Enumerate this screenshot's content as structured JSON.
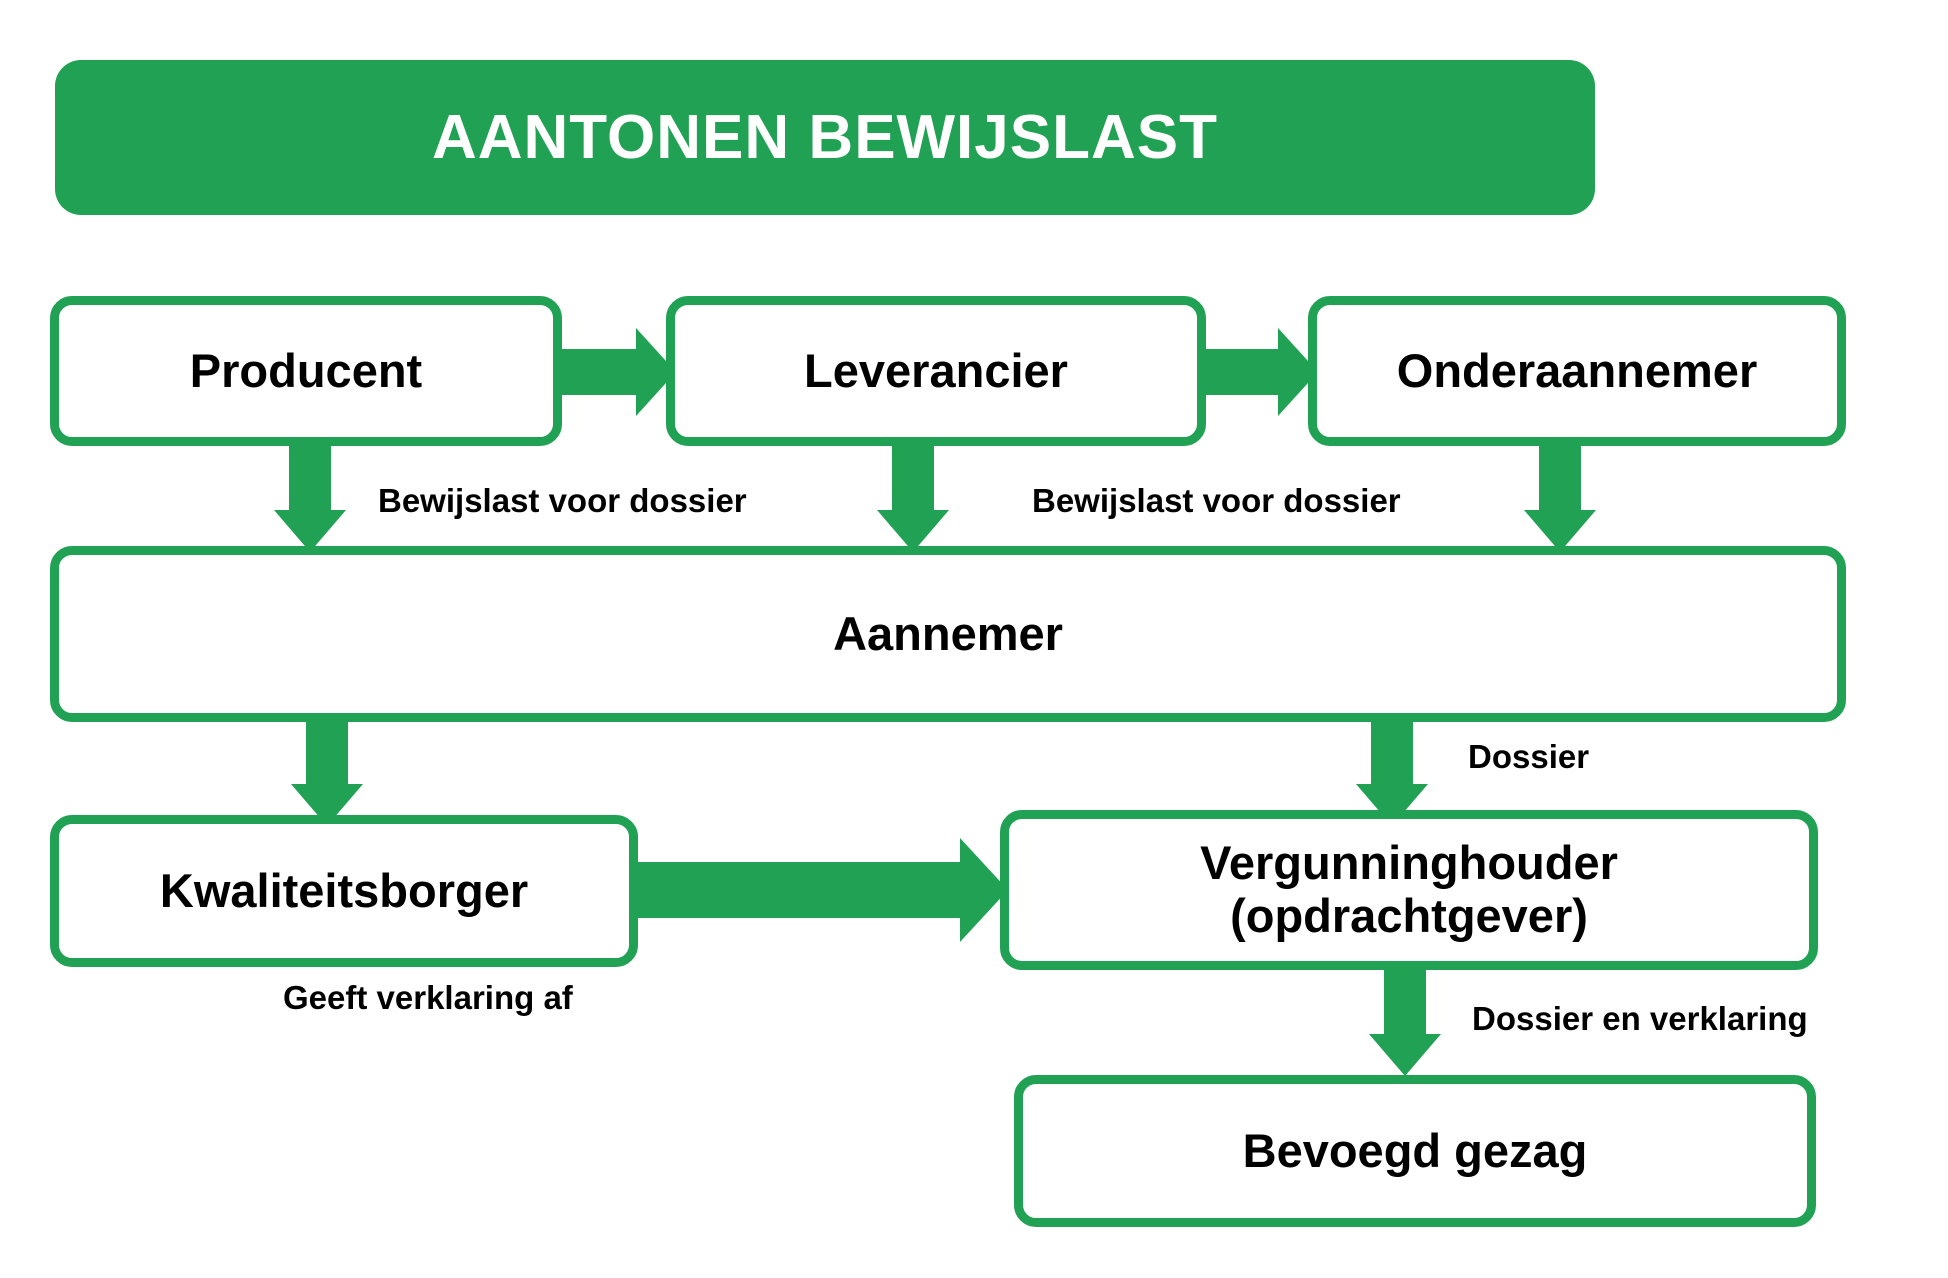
{
  "title": {
    "text": "AANTONEN BEWIJSLAST"
  },
  "colors": {
    "accent_green": "#21A153",
    "box_fill": "#FFFFFF",
    "text": "#000000",
    "title_text": "#FFFFFF"
  },
  "nodes": [
    {
      "id": "producent",
      "label": "Producent"
    },
    {
      "id": "leverancier",
      "label": "Leverancier"
    },
    {
      "id": "onderaannemer",
      "label": "Onderaannemer"
    },
    {
      "id": "aannemer",
      "label": "Aannemer"
    },
    {
      "id": "kwaliteitsborger",
      "label": "Kwaliteitsborger"
    },
    {
      "id": "vergunninghouder",
      "label_line1": "Vergunninghouder",
      "label_line2": "(opdrachtgever)"
    },
    {
      "id": "bevoegdgezag",
      "label": "Bevoegd gezag"
    }
  ],
  "edge_labels": {
    "producent_to_aannemer": "Bewijslast voor dossier",
    "leverancier_to_aannemer": "Bewijslast voor dossier",
    "aannemer_to_vergunninghouder": "Dossier",
    "kwaliteitsborger_to_vergunninghouder": "Geeft verklaring af",
    "vergunninghouder_to_bevoegdgezag": "Dossier en verklaring"
  }
}
